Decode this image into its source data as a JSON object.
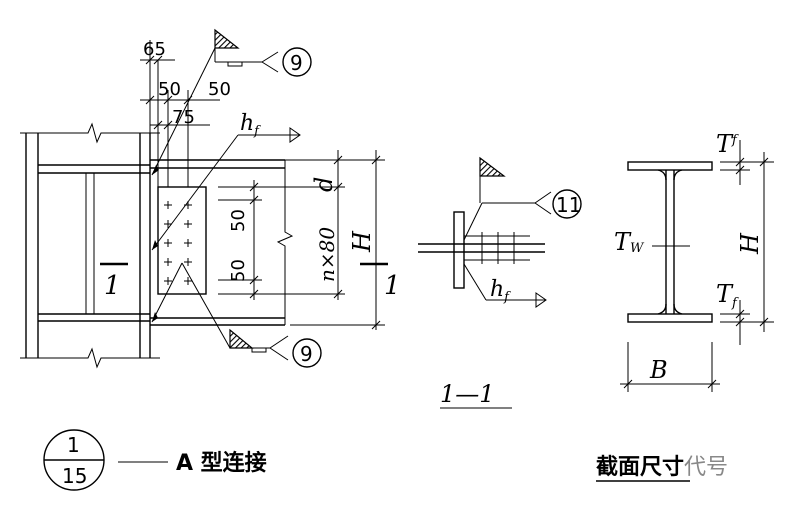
{
  "detail_a": {
    "dims": {
      "d65": "65",
      "d50a": "50",
      "d50b": "50",
      "d75": "75",
      "d50c": "50",
      "d50d": "50",
      "nx80": "n×80",
      "d": "d",
      "H": "H",
      "hf": "h",
      "hf_sub": "f"
    },
    "section_mark_left": "1",
    "section_mark_right": "1",
    "weld_refs": [
      "9",
      "9"
    ]
  },
  "section_1_1": {
    "label": "1—1",
    "weld_ref": "11",
    "hf": "h",
    "hf_sub": "f"
  },
  "section_dims": {
    "Tf_top": "T",
    "Tf_top_sub": "f",
    "Tw": "T",
    "Tw_sub": "W",
    "Tf_bottom": "T",
    "Tf_bottom_sub": "f",
    "H": "H",
    "B": "B"
  },
  "captions": {
    "detail_num": "1",
    "sheet_num": "15",
    "connection_title": "A 型连接",
    "section_title": "截面尺寸",
    "section_title_faded": "代号"
  }
}
